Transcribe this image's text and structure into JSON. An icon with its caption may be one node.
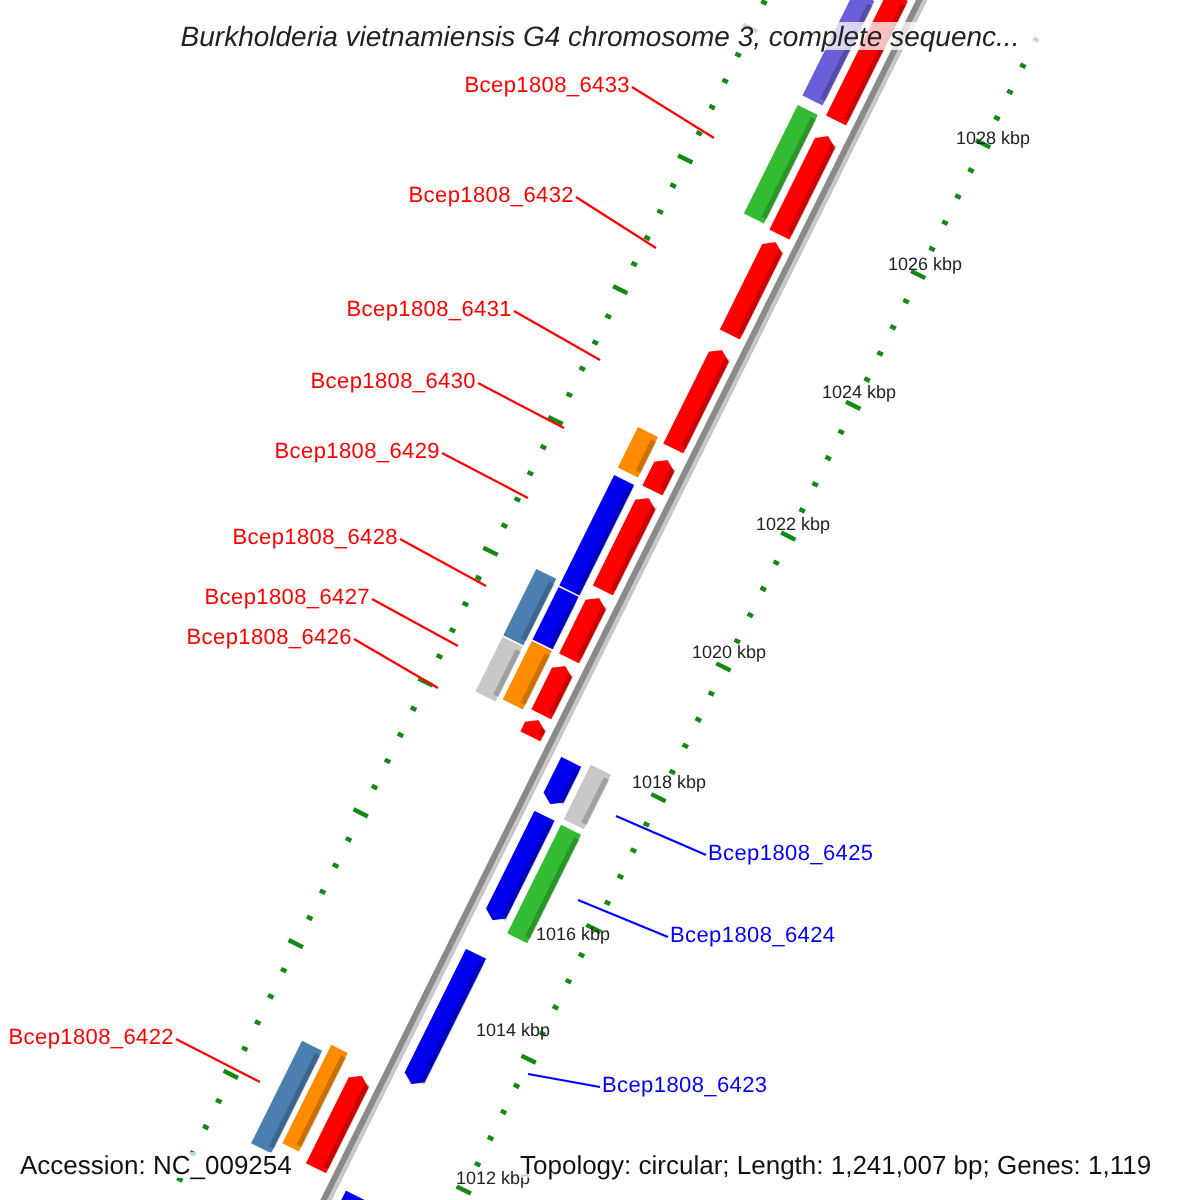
{
  "diagram": {
    "title": "Burkholderia vietnamiensis G4 chromosome 3, complete sequenc...",
    "nodes": [
      {
        "text": [
          "Bcep1808_6433"
        ]
      },
      {
        "text": [
          "Bcep1808_6432"
        ]
      },
      {
        "text": [
          "Bcep1808_6431"
        ]
      },
      {
        "text": [
          "Bcep1808_6430"
        ]
      },
      {
        "text": [
          "Bcep1808_6429"
        ]
      },
      {
        "text": [
          "Bcep1808_6428"
        ]
      },
      {
        "text": [
          "Bcep1808_6427"
        ]
      },
      {
        "text": [
          "Bcep1808_6426"
        ]
      },
      {
        "text": [
          "Bcep1808_6425"
        ]
      },
      {
        "text": [
          "Bcep1808_6424"
        ]
      },
      {
        "text": [
          "Bcep1808_6423"
        ]
      },
      {
        "text": [
          "Bcep1808_6422"
        ]
      }
    ],
    "edges": [
      {
        "from": 0,
        "to": null,
        "arrow": "none"
      },
      {
        "from": 1,
        "to": null,
        "arrow": "none"
      },
      {
        "from": 2,
        "to": null,
        "arrow": "none"
      },
      {
        "from": 3,
        "to": null,
        "arrow": "none"
      },
      {
        "from": 4,
        "to": null,
        "arrow": "none"
      },
      {
        "from": 5,
        "to": null,
        "arrow": "none"
      },
      {
        "from": 6,
        "to": null,
        "arrow": "none"
      },
      {
        "from": 7,
        "to": null,
        "arrow": "none"
      },
      {
        "from": 8,
        "to": null,
        "arrow": "none",
        "color": "#0000ff"
      },
      {
        "from": 9,
        "to": null,
        "arrow": "none",
        "color": "#0000ff"
      },
      {
        "from": 10,
        "to": null,
        "arrow": "none",
        "color": "#0000ff"
      },
      {
        "from": 11,
        "to": null,
        "arrow": "none"
      }
    ],
    "labels": [
      "1028 kbp",
      "1026 kbp",
      "1024 kbp",
      "1022 kbp",
      "1020 kbp",
      "1018 kbp",
      "1016 kbp",
      "1014 kbp",
      "1012 kbp",
      "Accession: NC_009254",
      "Topology: circular; Length: 1,241,007 bp; Genes: 1,119"
    ]
  }
}
